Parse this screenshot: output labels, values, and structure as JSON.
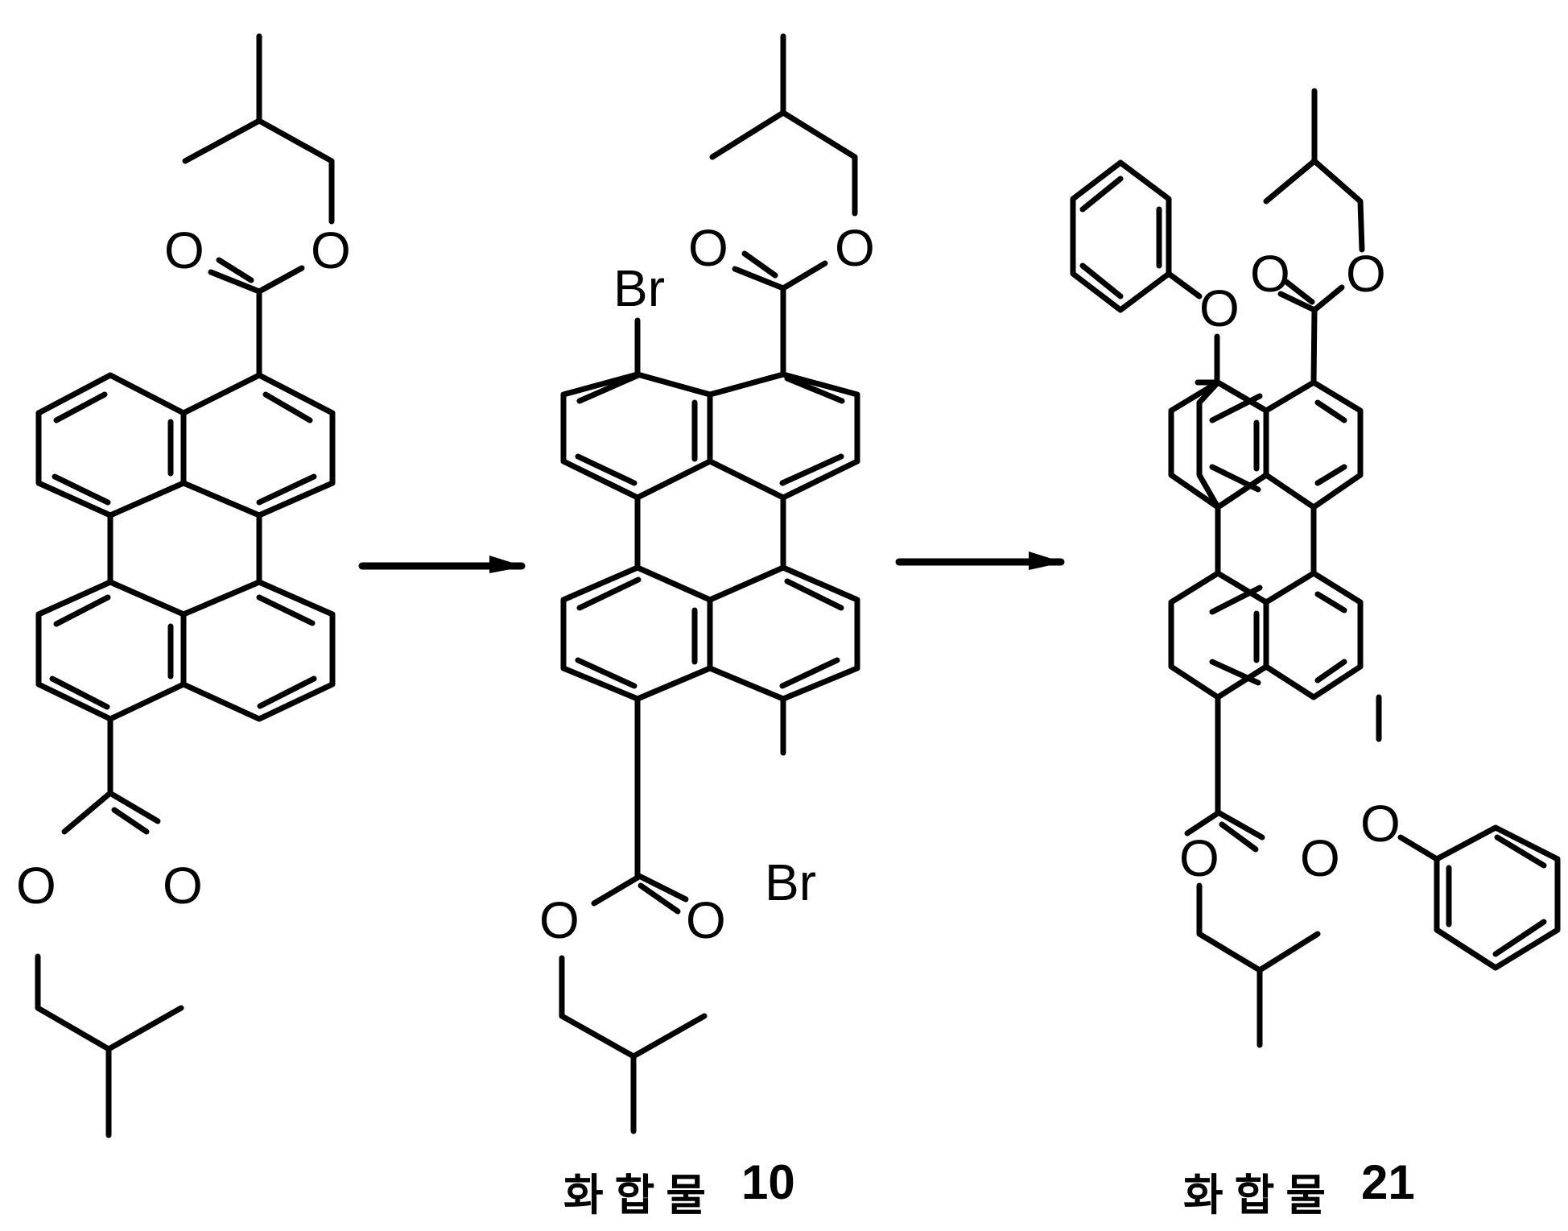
{
  "diagram": {
    "type": "reaction-scheme",
    "background": "#ffffff",
    "ink_color": "#000000",
    "steps": 2,
    "compounds": [
      {
        "id": "starting-material",
        "label": "",
        "description": "perylene-3,9-dicarboxylic acid diisobutyl ester",
        "atoms": [
          "O",
          "O",
          "O",
          "O"
        ]
      },
      {
        "id": "compound-10",
        "label_prefix": "화합물",
        "label_number": "10",
        "description": "dibromo perylene diisobutyl ester",
        "atoms": [
          "Br",
          "O",
          "O",
          "O",
          "O",
          "Br"
        ]
      },
      {
        "id": "compound-21",
        "label_prefix": "화합물",
        "label_number": "21",
        "description": "diphenoxy perylene diisobutyl ester",
        "atoms": [
          "O",
          "O",
          "O",
          "O",
          "O",
          "O"
        ]
      }
    ],
    "arrows": [
      {
        "id": "arrow-1",
        "from": "starting-material",
        "to": "compound-10"
      },
      {
        "id": "arrow-2",
        "from": "compound-10",
        "to": "compound-21"
      }
    ],
    "atom_labels": {
      "oxygen": "O",
      "bromine": "Br"
    }
  }
}
